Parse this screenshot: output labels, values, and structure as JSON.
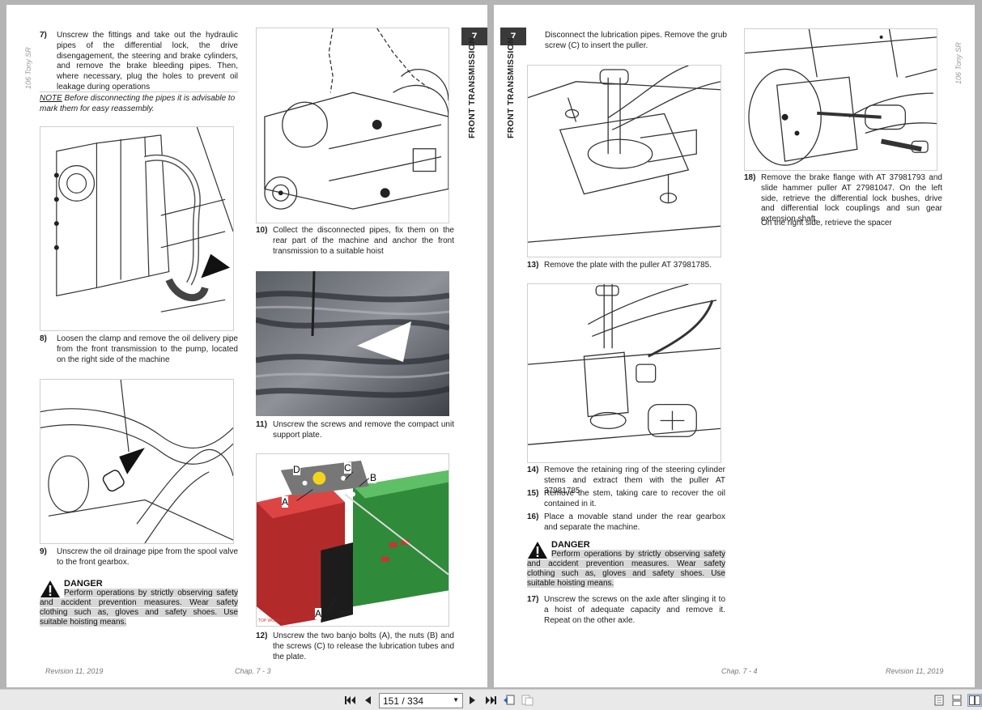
{
  "left_page": {
    "side_label": "106 Tony SR",
    "chapter_number": "7",
    "chapter_title": "FRONT TRANSMISSION",
    "footer_left": "Revision 11, 2019",
    "footer_right": "Chap. 7 - 3",
    "steps": {
      "s7": {
        "num": "7)",
        "text": "Unscrew the fittings and take out the hydraulic pipes of the differential lock, the drive disengagement, the steering and brake cylinders, and remove the brake bleeding pipes. Then, where necessary, plug the holes to prevent oil leakage during operations"
      },
      "s8": {
        "num": "8)",
        "text": "Loosen the clamp and remove the oil delivery pipe from the front transmission to the pump, located on the right side of the machine"
      },
      "s9": {
        "num": "9)",
        "text": "Unscrew the oil drainage pipe from the spool valve to the front gearbox."
      },
      "s10": {
        "num": "10)",
        "text": "Collect the disconnected pipes, fix them on the rear part of the machine and anchor the front transmission to a suitable hoist"
      },
      "s11": {
        "num": "11)",
        "text": "Unscrew the screws and remove the compact unit support plate."
      },
      "s12": {
        "num": "12)",
        "text": "Unscrew the two banjo bolts (A), the nuts (B) and the screws (C) to release the lubrication tubes and the plate."
      }
    },
    "note": {
      "label": "NOTE",
      "text": " Before disconnecting the pipes it is advisable to mark them for easy reassembly."
    },
    "danger": {
      "title": "DANGER",
      "text": "Perform operations by strictly observing safety and accident prevention measures. Wear safety clothing such as, gloves and safety shoes. Use suitable hoisting means."
    },
    "figure_labels": {
      "a1": "A",
      "a2": "A",
      "b": "B",
      "c": "C",
      "d": "D",
      "credit": "TOP WORK Co."
    }
  },
  "right_page": {
    "side_label": "106 Tony SR",
    "chapter_number": "7",
    "chapter_title": "FRONT TRANSMISSION",
    "footer_left": "Chap. 7 - 4",
    "footer_right": "Revision 11, 2019",
    "intro": "Disconnect the lubrication pipes. Remove the grub screw (C) to insert the puller.",
    "steps": {
      "s13": {
        "num": "13)",
        "text": "Remove the plate with the puller AT 37981785."
      },
      "s14": {
        "num": "14)",
        "text": "Remove the retaining ring of the steering cylinder stems and extract them with the puller AT 37981785."
      },
      "s15": {
        "num": "15)",
        "text": "Remove the stem, taking care to recover the oil contained in it."
      },
      "s16": {
        "num": "16)",
        "text": "Place a movable stand under the rear gearbox and separate the machine."
      },
      "s17": {
        "num": "17)",
        "text": "Unscrew the screws on the axle after slinging it to a hoist of adequate capacity and remove it. Repeat on the other axle."
      },
      "s18": {
        "num": "18)",
        "text": "Remove the brake flange with AT 37981793 and slide hammer puller AT 27981047. On the left side, retrieve the differential lock bushes, drive and differential lock couplings and sun gear extension shaft."
      }
    },
    "s18_extra": "On the right side, retrieve the spacer",
    "danger": {
      "title": "DANGER",
      "text": "Perform operations by strictly observing safety and accident prevention measures. Wear safety clothing such as, gloves and safety shoes. Use suitable hoisting means."
    }
  },
  "toolbar": {
    "page_indicator": "151 / 334",
    "icons": [
      "first-page-icon",
      "prev-page-icon",
      "next-page-icon",
      "last-page-icon",
      "go-back-icon",
      "go-forward-icon",
      "single-page-view-icon",
      "continuous-view-icon",
      "facing-pages-view-icon"
    ]
  }
}
